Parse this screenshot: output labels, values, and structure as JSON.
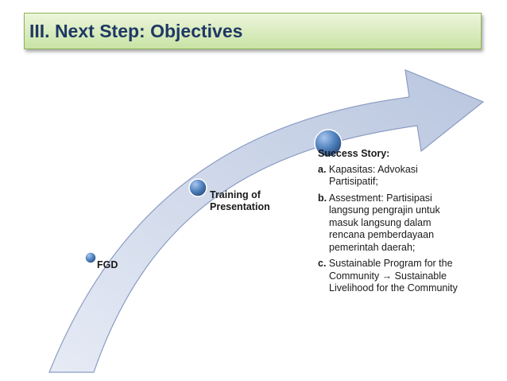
{
  "title": "III. Next Step: Objectives",
  "steps": [
    {
      "label": "FGD"
    },
    {
      "label": "Training of Presentation",
      "line1": "Training of",
      "line2": "Presentation"
    }
  ],
  "success_story": {
    "heading": "Success Story:",
    "items": [
      {
        "marker": "a.",
        "text": "Kapasitas: Advokasi Partisipatif;"
      },
      {
        "marker": "b.",
        "text": "Assestment:  Partisipasi langsung pengrajin untuk masuk langsung dalam rencana pemberdayaan pemerintah daerah;"
      },
      {
        "marker": "c.",
        "text": "Sustainable Program for the Community → Sustainable Livelihood for the Community"
      }
    ]
  },
  "colors": {
    "title_text": "#1f3864",
    "title_fill_top": "#ecf6dc",
    "title_fill_bottom": "#c9e3a4",
    "arrow_fill": "#c8d2e6",
    "arrow_stroke": "#8b9cc2",
    "node_fill": "#4f81bd"
  }
}
